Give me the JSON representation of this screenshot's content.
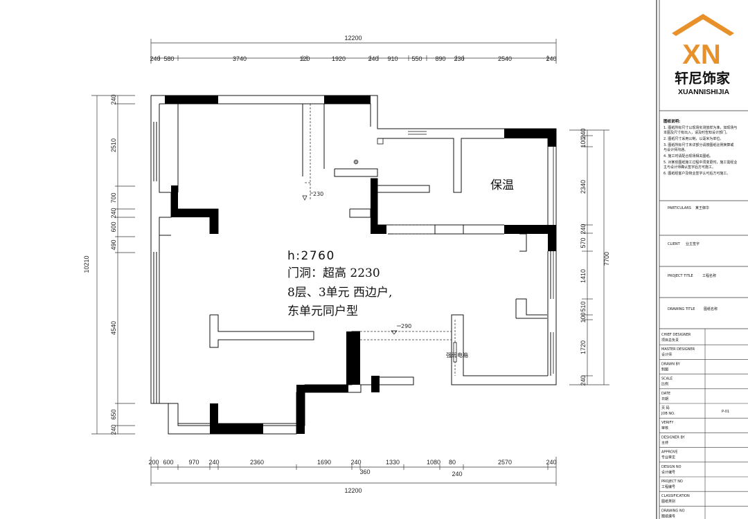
{
  "overall": {
    "width_top": "12200",
    "width_bottom": "12200",
    "depth_left": "10210",
    "depth_right": "7700"
  },
  "top_dims": [
    "240",
    "580",
    "3740",
    "120",
    "1920",
    "240",
    "910",
    "550",
    "890",
    "230",
    "2540",
    "240"
  ],
  "bottom_dims": [
    "200",
    "600",
    "970",
    "240",
    "2360",
    "1690",
    "240",
    "1330",
    "1080",
    "80",
    "2570",
    "240"
  ],
  "bottom_sub_dims": [
    "360",
    "240"
  ],
  "left_dims": [
    "240",
    "2510",
    "700",
    "240",
    "600",
    "490",
    "4540",
    "650",
    "240"
  ],
  "right_dims": [
    "240",
    "100",
    "2340",
    "240",
    "570",
    "1410",
    "510",
    "100",
    "1720",
    "240"
  ],
  "plan_labels": {
    "beam_1": "230",
    "beam_2": "290",
    "room_insulation": "保温",
    "ceiling_height": "h:2760",
    "door_note": "门洞：超高 2230",
    "floor_note": "8层、3单元 西边户,",
    "same_type_note": "东单元同户型",
    "meter_box": "强弱电箱"
  },
  "title_block": {
    "logo_cn": "轩尼饰家",
    "logo_en": "XUANNISHIJIA",
    "logo_initials": "XN",
    "notes_title": "图纸说明:",
    "notes": [
      "1. 图纸所标尺寸以现场实测放样为准，如现场与",
      "   本图及尺寸有出入，请及时告知设计部门。",
      "2. 图纸尺寸采用公制，以毫米为单位。",
      "3. 图纸所标尺寸未详部分请按图纸比例换算或",
      "   与设计师沟通。",
      "4. 施工时请配合现场相关图纸。",
      "5. 对某些图纸施工过程中须变更时，施工需经业",
      "   主与设计师确认签字后方可施工。",
      "6. 图纸经客户及物业签字认可后方可施工。"
    ],
    "particulars_label": "PARTICULARS",
    "particulars_value": "某王御华",
    "client_label": "CLIENT",
    "client_value": "业主签字",
    "project_title_label": "PROJECT TITLE",
    "project_title_value": "工程名称",
    "drawing_title_label": "DRAWING TITLE",
    "drawing_title_value": "图纸名称",
    "fields": [
      {
        "en": "CHIEF DESIGNER",
        "cn": "项目总负责",
        "value": ""
      },
      {
        "en": "MASTER DESIGNER",
        "cn": "设计师",
        "value": ""
      },
      {
        "en": "DRAWN BY",
        "cn": "制图",
        "value": ""
      },
      {
        "en": "SCALE",
        "cn": "比例",
        "value": ""
      },
      {
        "en": "DATE",
        "cn": "日期",
        "value": ""
      },
      {
        "en": "页 码",
        "cn": "JOB NO.",
        "value": "P-01"
      },
      {
        "en": "VERIFY",
        "cn": "审核",
        "value": ""
      },
      {
        "en": "DESIGNER BY",
        "cn": "主持",
        "value": ""
      },
      {
        "en": "APPROVE",
        "cn": "专业审定",
        "value": ""
      },
      {
        "en": "DESIGN NO",
        "cn": "设计编号",
        "value": ""
      },
      {
        "en": "PROJECT NO",
        "cn": "工程编号",
        "value": ""
      },
      {
        "en": "CLASSIFICATION",
        "cn": "图纸类别",
        "value": ""
      },
      {
        "en": "DRAWING NO",
        "cn": "图纸编号",
        "value": ""
      }
    ]
  },
  "colors": {
    "wall_fill": "#000000",
    "logo_orange": "#e8912a",
    "line": "#222222"
  }
}
